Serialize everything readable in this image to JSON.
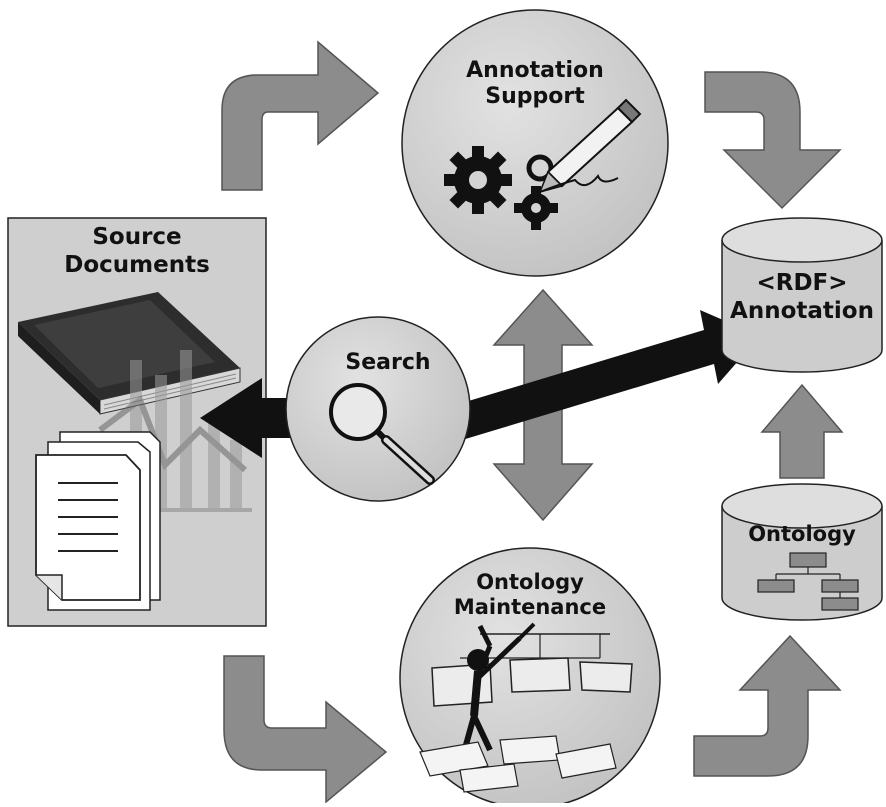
{
  "nodes": {
    "source_documents": {
      "line1": "Source",
      "line2": "Documents"
    },
    "annotation_support": {
      "line1": "Annotation",
      "line2": "Support"
    },
    "search": {
      "label": "Search"
    },
    "rdf_annotation": {
      "line1": "<RDF>",
      "line2": "Annotation"
    },
    "ontology": {
      "label": "Ontology"
    },
    "ontology_maintenance": {
      "line1": "Ontology",
      "line2": "Maintenance"
    }
  },
  "colors": {
    "panel": "#cfcfcf",
    "circle": "#d4d4d4",
    "arrow_gray": "#8c8c8c",
    "arrow_black": "#111111",
    "cylinder": "#cdcdcd",
    "book": "#3a3a3a"
  }
}
